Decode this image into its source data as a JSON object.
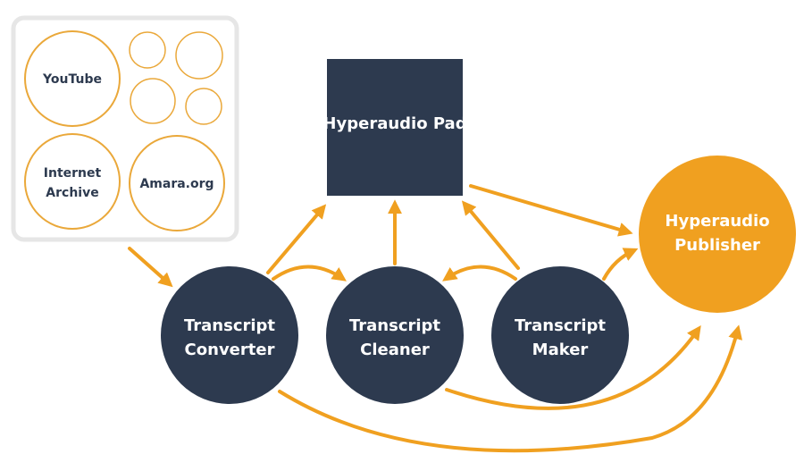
{
  "colors": {
    "navy": "#2d3a4f",
    "orange": "#f0a020",
    "outline_orange": "#eaa83a",
    "panel_border": "#e6e6e6"
  },
  "sources": {
    "youtube": "YouTube",
    "internet_archive": [
      "Internet",
      "Archive"
    ],
    "amara": "Amara.org"
  },
  "nodes": {
    "pad": [
      "Hyperaudio Pad"
    ],
    "converter": [
      "Transcript",
      "Converter"
    ],
    "cleaner": [
      "Transcript",
      "Cleaner"
    ],
    "maker": [
      "Transcript",
      "Maker"
    ],
    "publisher": [
      "Hyperaudio",
      "Publisher"
    ]
  }
}
